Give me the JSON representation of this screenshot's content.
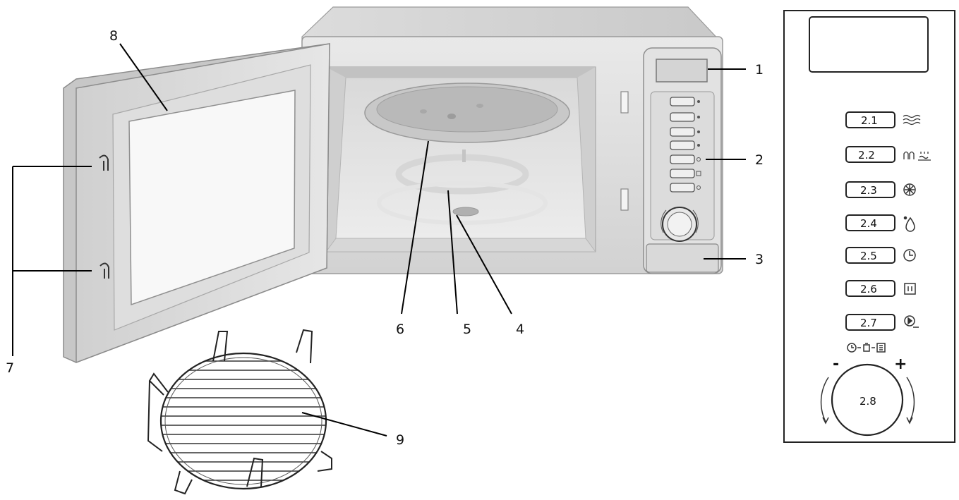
{
  "callouts": {
    "c1": "1",
    "c2": "2",
    "c3": "3",
    "c4": "4",
    "c5": "5",
    "c6": "6",
    "c7": "7",
    "c8": "8",
    "c9": "9"
  },
  "control_panel": {
    "buttons": [
      {
        "label": "2.1",
        "icon": "microwave-waves-icon"
      },
      {
        "label": "2.2",
        "icon": "grill-combination-icon"
      },
      {
        "label": "2.3",
        "icon": "convection-fan-icon"
      },
      {
        "label": "2.4",
        "icon": "defrost-drop-icon"
      },
      {
        "label": "2.5",
        "icon": "clock-icon"
      },
      {
        "label": "2.6",
        "icon": "pause-cancel-icon"
      },
      {
        "label": "2.7",
        "icon": "start-icon"
      }
    ],
    "dial": {
      "label": "2.8",
      "minus": "-",
      "plus": "+",
      "top_icons": "clock-weight-menu-icons"
    }
  }
}
